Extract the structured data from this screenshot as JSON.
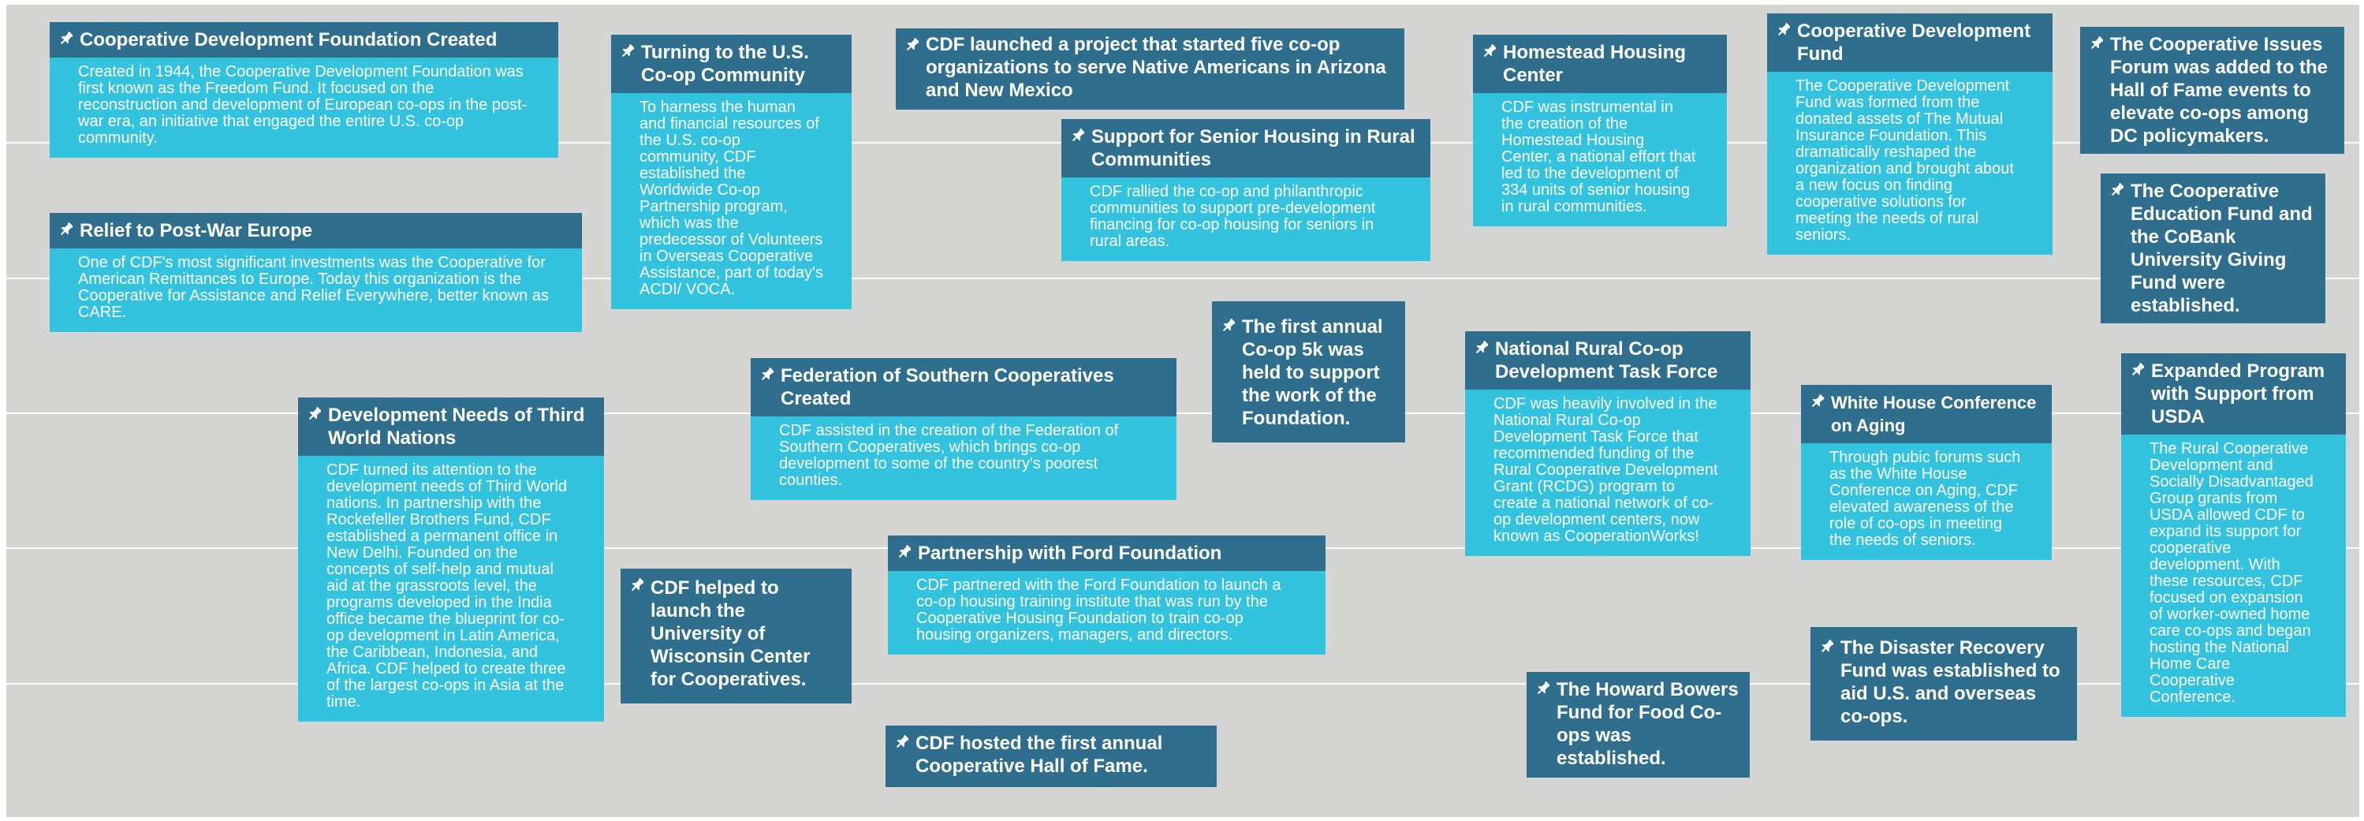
{
  "cards": [
    {
      "title": "Cooperative Development Foundation Created",
      "body": "Created in 1944, the Cooperative Development Foundation was first known as the Freedom Fund. It focused on the reconstruction and development of European co-ops in the post-war era, an initiative that engaged the entire U.S. co-op community."
    },
    {
      "title": "Relief to Post-War Europe",
      "body": "One of CDF's most significant investments was the Cooperative for American Remittances to Europe. Today this organization is the Cooperative for Assistance and Relief Everywhere, better known as CARE."
    },
    {
      "title": "Development Needs of Third World Nations",
      "body": "CDF turned its attention to the development needs of Third World nations. In partnership with the Rockefeller Brothers Fund, CDF established a permanent office in New Delhi. Founded on the concepts of self-help and mutual aid at the grassroots level, the programs developed in the India office became the blueprint for co-op development in Latin America, the Caribbean, Indonesia, and Africa. CDF helped to create three of the largest co-ops in Asia at the time."
    },
    {
      "title": "Turning to the U.S. Co-op Community",
      "body": "To harness the human and financial resources of the U.S. co-op community, CDF established the Worldwide Co-op Partnership program, which was the predecessor of Volunteers in Overseas Cooperative Assistance, part of today's ACDI/ VOCA."
    },
    {
      "title": "CDF helped to launch the University of Wisconsin Center for Cooperatives.",
      "body": ""
    },
    {
      "title": "Federation of Southern Cooperatives Created",
      "body": "CDF assisted in the creation of the Federation of Southern Cooperatives, which brings co-op development to some of the country's poorest counties."
    },
    {
      "title": "CDF launched a project that started five co-op organizations to serve Native Americans in Arizona and New Mexico",
      "body": ""
    },
    {
      "title": "Partnership with Ford Foundation",
      "body": "CDF partnered with the Ford Foundation to launch a co-op housing training institute that was run by the Cooperative Housing Foundation to train co-op housing organizers, managers, and directors."
    },
    {
      "title": "CDF hosted the first annual Cooperative Hall of Fame.",
      "body": ""
    },
    {
      "title": "Support for Senior Housing in Rural Communities",
      "body": "CDF rallied the co-op and philanthropic communities to support pre-development financing for co-op housing for seniors in rural areas."
    },
    {
      "title": "The first annual Co-op 5k was held to support the work of the Foundation.",
      "body": ""
    },
    {
      "title": "Homestead Housing Center",
      "body": "CDF was instrumental in the creation of the Homestead Housing Center, a national effort that led to the development of 334 units of senior housing in rural communities."
    },
    {
      "title": "National Rural Co-op Development Task Force",
      "body": "CDF was heavily involved in the National Rural Co-op Development Task Force that recommended funding of the Rural Cooperative Development Grant (RCDG) program to create a national network of co-op development centers, now known as CooperationWorks!"
    },
    {
      "title": "The Howard Bowers Fund for Food Co-ops was established.",
      "body": ""
    },
    {
      "title": "Cooperative Development Fund",
      "body": "The Cooperative Development Fund was formed from the donated assets of The Mutual Insurance Foundation. This dramatically reshaped the organization and brought about a new focus on finding cooperative solutions for meeting the needs of rural seniors."
    },
    {
      "title": "White House Conference on Aging",
      "body": "Through pubic forums such as the White House Conference on Aging, CDF elevated awareness of the role of co-ops in meeting the needs of seniors."
    },
    {
      "title": "The Disaster Recovery Fund was established to aid U.S. and overseas co-ops.",
      "body": ""
    },
    {
      "title": "The Cooperative Issues Forum was added to the Hall of Fame events to elevate co-ops among DC policymakers.",
      "body": ""
    },
    {
      "title": "The Cooperative Education Fund and the CoBank University Giving Fund were established.",
      "body": ""
    },
    {
      "title": "Expanded Program with Support from USDA",
      "body": "The Rural Cooperative Development and Socially Disadvantaged Group grants from USDA allowed CDF to expand its support for cooperative development. With these resources, CDF focused on expansion of worker-owned home care co-ops and began hosting the National Home Care Cooperative Conference."
    }
  ]
}
